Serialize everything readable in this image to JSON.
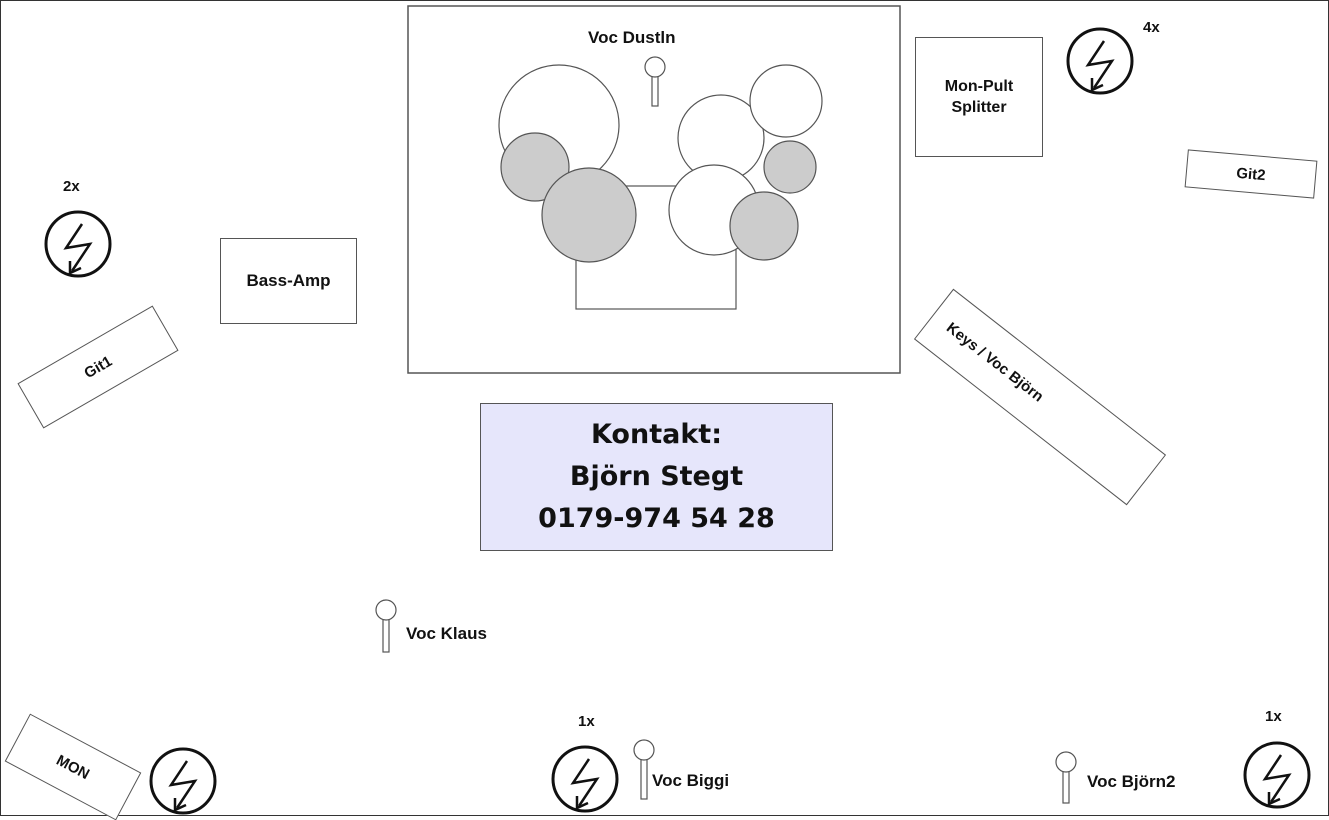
{
  "stage": {
    "drum_mic_label": "Voc Dustln",
    "monitor_splitter": "Mon-Pult Splitter",
    "bass_amp": "Bass-Amp",
    "git1": "Git1",
    "git2": "Git2",
    "keys": "Keys / Voc Björn",
    "mon": "MON",
    "voc_klaus": "Voc Klaus",
    "voc_biggi": "Voc Biggi",
    "voc_bjoern2": "Voc Björn2"
  },
  "power": {
    "top_right_count": "4x",
    "left_count": "2x",
    "bottom_center_count": "1x",
    "bottom_right_count": "1x"
  },
  "contact": {
    "line1": "Kontakt:",
    "line2": "Björn Stegt",
    "line3": "0179-974 54 28"
  },
  "colors": {
    "contact_bg": "#e6e6fb",
    "drum_shaded": "#cccccc",
    "outline": "#555555"
  }
}
